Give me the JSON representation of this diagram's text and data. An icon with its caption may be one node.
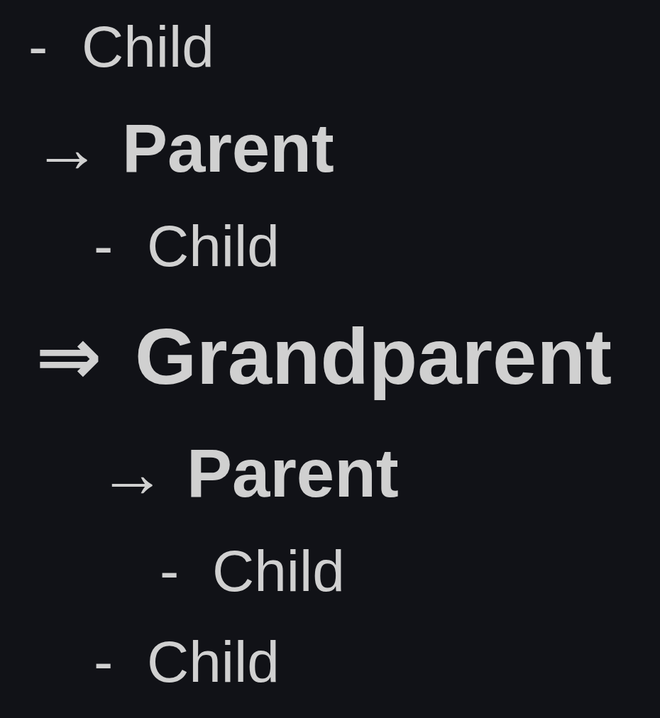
{
  "diagram": {
    "labels": [
      "-",
      "Child",
      "→",
      "Parent",
      "-",
      "Child",
      "⇒",
      "Grandparent",
      "→",
      "Parent",
      "-",
      "Child",
      "-",
      "Child"
    ]
  }
}
